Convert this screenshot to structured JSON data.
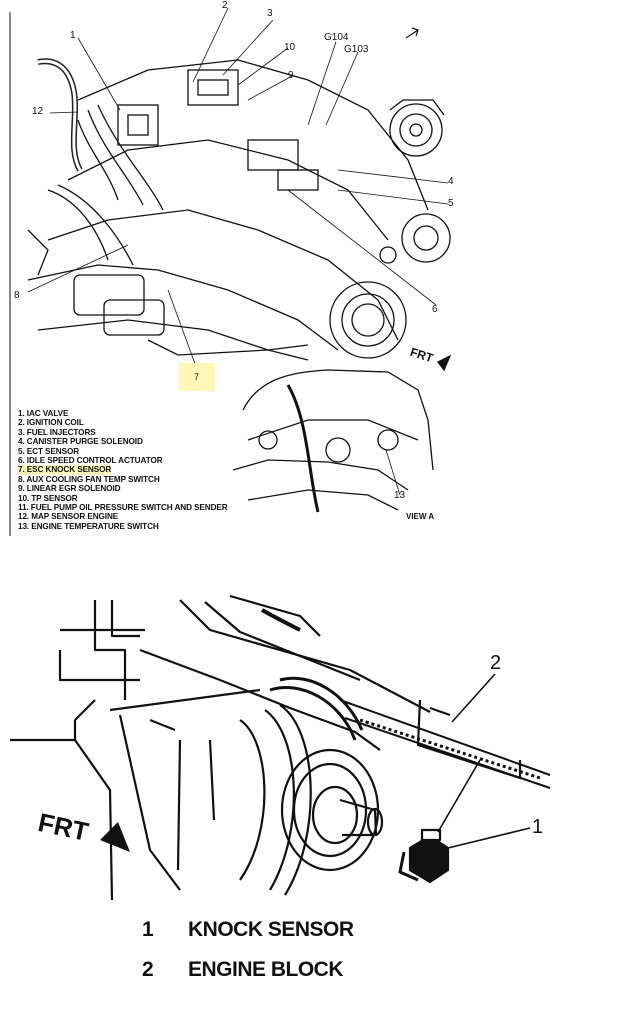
{
  "top_diagram": {
    "callouts": [
      "1",
      "2",
      "3",
      "10",
      "9",
      "G104",
      "G103",
      "12",
      "4",
      "5",
      "6",
      "8",
      "7",
      "13"
    ],
    "direction_label": "FRT",
    "view_label": "VIEW A",
    "legend": [
      "1. IAC VALVE",
      "2. IGNITION COIL",
      "3. FUEL INJECTORS",
      "4. CANISTER PURGE SOLENOID",
      "5. ECT SENSOR",
      "6. IDLE SPEED CONTROL ACTUATOR",
      "7. ESC KNOCK SENSOR",
      "8. AUX COOLING FAN TEMP SWITCH",
      "9. LINEAR EGR SOLENOID",
      "10. TP SENSOR",
      "11. FUEL PUMP OIL PRESSURE SWITCH AND SENDER",
      "12. MAP SENSOR ENGINE",
      "13. ENGINE TEMPERATURE SWITCH"
    ],
    "highlight_callout": "7",
    "highlight_color": "#fff7b8"
  },
  "bottom_diagram": {
    "direction_label": "FRT",
    "callouts": [
      "2",
      "1"
    ],
    "legend": [
      {
        "num": "1",
        "label": "KNOCK SENSOR"
      },
      {
        "num": "2",
        "label": "ENGINE BLOCK"
      }
    ]
  }
}
